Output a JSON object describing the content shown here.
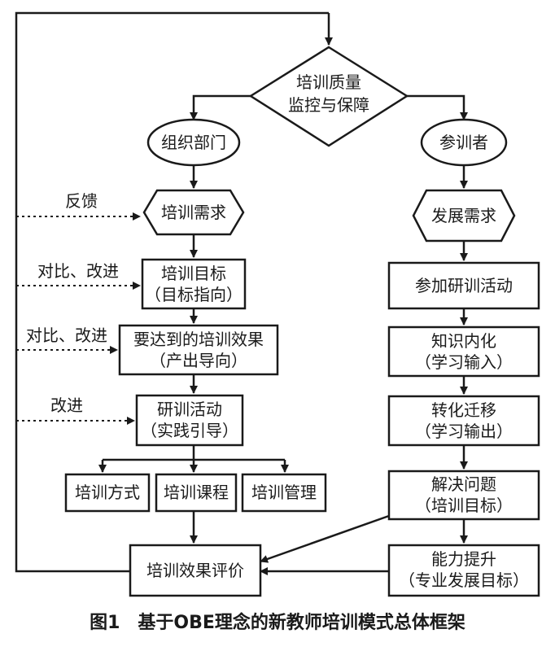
{
  "nodes": {
    "center": [
      "培训质量",
      "监控与保障"
    ],
    "org": [
      "组织部门"
    ],
    "trainee": [
      "参训者"
    ],
    "org_need": [
      "培训需求"
    ],
    "dev_need": [
      "发展需求"
    ],
    "goal": [
      "培训目标",
      "（目标指向）"
    ],
    "effect": [
      "要达到的培训效果",
      "（产出导向）"
    ],
    "activity": [
      "研训活动",
      "（实践引导）"
    ],
    "method": [
      "培训方式"
    ],
    "course": [
      "培训课程"
    ],
    "management": [
      "培训管理"
    ],
    "eval": [
      "培训效果评价"
    ],
    "join": [
      "参加研训活动"
    ],
    "knowledge": [
      "知识内化",
      "（学习输入）"
    ],
    "transfer": [
      "转化迁移",
      "（学习输出）"
    ],
    "solve": [
      "解决问题",
      "（培训目标）"
    ],
    "ability": [
      "能力提升",
      "（专业发展目标）"
    ]
  },
  "feedback_labels": {
    "feedback": "反馈",
    "compare1": "对比、改进",
    "compare2": "对比、改进",
    "improve": "改进"
  },
  "caption": "图1　基于OBE理念的新教师培训模式总体框架"
}
